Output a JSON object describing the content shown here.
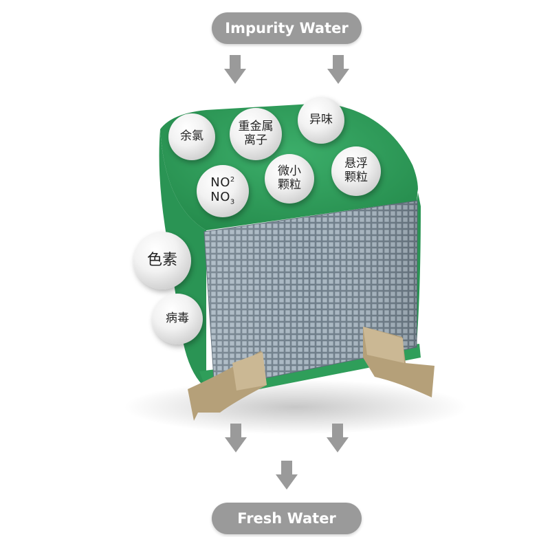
{
  "pills": {
    "top": "Impurity Water",
    "bottom": "Fresh Water"
  },
  "bubbles": {
    "residual_chlorine": "余氯",
    "heavy_metal_1": "重金属",
    "heavy_metal_2": "离子",
    "odor": "异味",
    "micro_1": "微小",
    "micro_2": "颗粒",
    "suspended_1": "悬浮",
    "suspended_2": "颗粒",
    "no2": "NO",
    "no2_sub": "2",
    "no3": "NO",
    "no3_sub": "3",
    "pigment": "色素",
    "virus": "病毒"
  },
  "colors": {
    "pill": "#9a9a9a",
    "arrow": "#9a9a9a",
    "green_filter": "#2e9a58",
    "honeycomb": "#8fa0ac",
    "cardboard": "#b8a27d"
  },
  "icons": [
    "arrow-down-icon"
  ]
}
